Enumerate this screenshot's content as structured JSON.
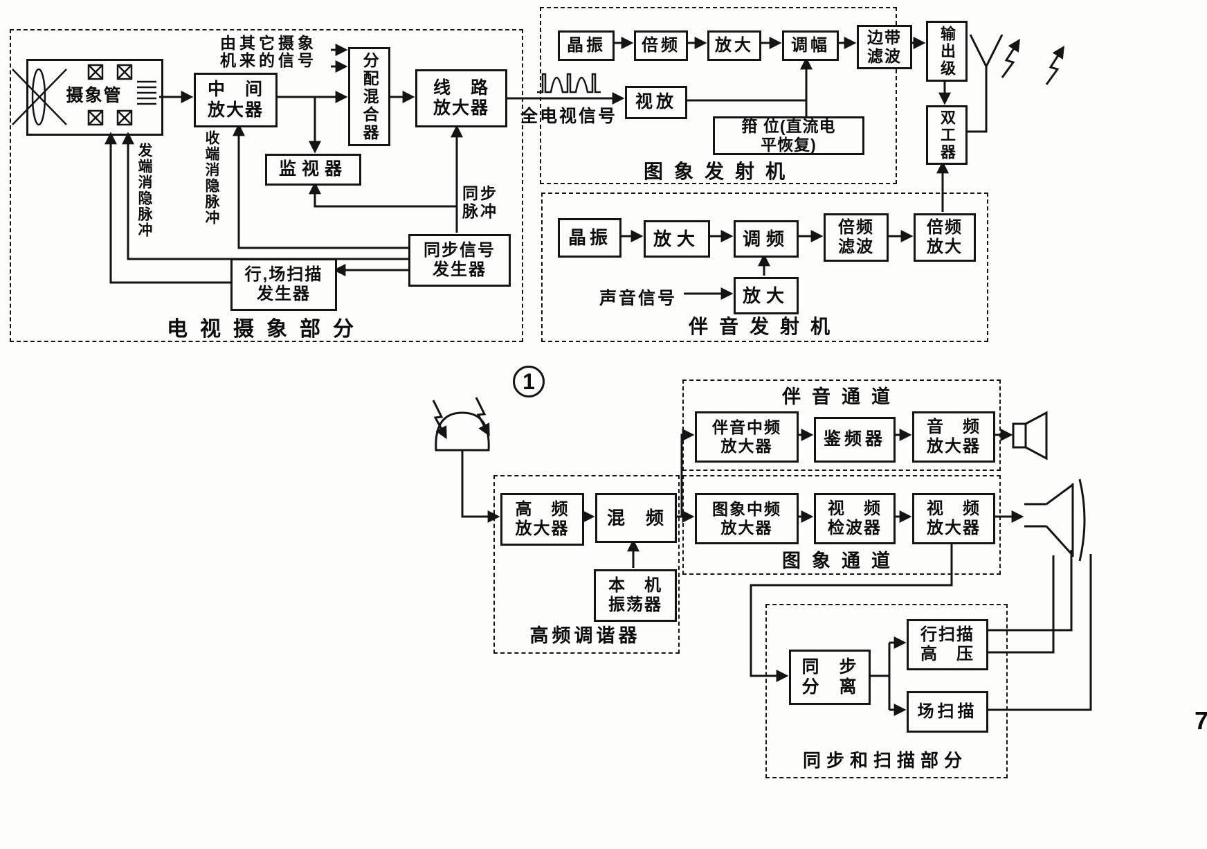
{
  "figure_number": "1",
  "page_fragment": "7",
  "sections": {
    "camera": {
      "label": "电视摄象部分"
    },
    "pic_tx": {
      "label": "图象发射机"
    },
    "sound_tx": {
      "label": "伴音发射机"
    },
    "tuner": {
      "label": "高频调谐器"
    },
    "sound_ch": {
      "label": "伴音通道"
    },
    "pic_ch": {
      "label": "图象通道"
    },
    "sync_scan": {
      "label": "同步和扫描部分"
    }
  },
  "blocks": {
    "camera_tube": "摄象管",
    "mid_amp": {
      "l1": "中　间",
      "l2": "放大器"
    },
    "dist_mixer": "分配混合器",
    "line_amp": {
      "l1": "线　路",
      "l2": "放大器"
    },
    "monitor": "监视器",
    "sync_gen": {
      "l1": "同步信号",
      "l2": "发生器"
    },
    "scan_gen": {
      "l1": "行,场扫描",
      "l2": "发生器"
    },
    "xtal1": "晶振",
    "mult1": "倍频",
    "amp1": "放大",
    "am_mod": "调幅",
    "sideband": {
      "l1": "边带",
      "l2": "滤波"
    },
    "output_stage": "输出级",
    "video_amp_tx": "视放",
    "clamp": {
      "l1": "箝 位(直流电",
      "l2": "平恢复)"
    },
    "duplexer": "双工器",
    "xtal2": "晶振",
    "amp2": "放大",
    "fm_mod": "调频",
    "mult_filter": {
      "l1": "倍频",
      "l2": "滤波"
    },
    "mult_amp": {
      "l1": "倍频",
      "l2": "放大"
    },
    "audio_amp_tx": "放大",
    "rf_amp": {
      "l1": "高　频",
      "l2": "放大器"
    },
    "mixer": "混　频",
    "local_osc": {
      "l1": "本　机",
      "l2": "振荡器"
    },
    "sound_if": {
      "l1": "伴音中频",
      "l2": "放大器"
    },
    "discriminator": "鉴频器",
    "audio_amp_rx": {
      "l1": "音　频",
      "l2": "放大器"
    },
    "pic_if": {
      "l1": "图象中频",
      "l2": "放大器"
    },
    "video_det": {
      "l1": "视　频",
      "l2": "检波器"
    },
    "video_amp_rx": {
      "l1": "视　频",
      "l2": "放大器"
    },
    "sync_sep": {
      "l1": "同　步",
      "l2": "分　离"
    },
    "h_scan": {
      "l1": "行扫描",
      "l2": "高　压"
    },
    "v_scan": "场扫描"
  },
  "labels": {
    "other_cam_1": "由其它摄象",
    "other_cam_2": "机来的信号",
    "send_blank": "发端消隐脉冲",
    "recv_blank": "收端消隐脉冲",
    "sync_pulse_1": "同步",
    "sync_pulse_2": "脉冲",
    "full_tv_signal": "全电视信号",
    "audio_signal": "声音信号"
  },
  "colors": {
    "ink": "#141414",
    "paper": "#fdfdfc"
  }
}
